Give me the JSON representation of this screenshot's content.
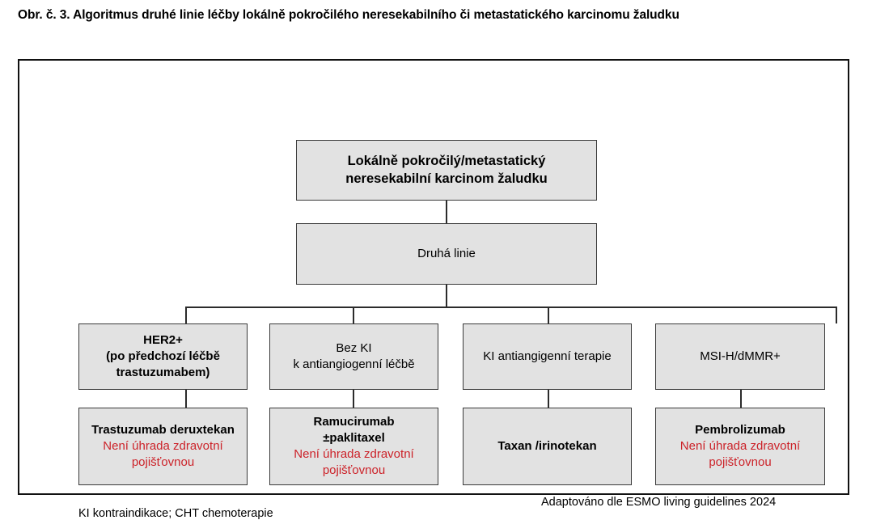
{
  "figure": {
    "title": "Obr. č. 3. Algoritmus druhé linie léčby lokálně pokročilého neresekabilního či metastatického karcinomu žaludku"
  },
  "colors": {
    "box_fill": "#e2e2e2",
    "box_border": "#3a3a3a",
    "frame_border": "#111111",
    "connector": "#2b2b2b",
    "no_reimbursement_red": "#cc2229",
    "text": "#000000"
  },
  "flowchart": {
    "type": "flowchart",
    "root": {
      "line1": "Lokálně pokročilý/metastatický",
      "line2": "neresekabilní karcinom žaludku"
    },
    "second_line": {
      "label": "Druhá linie"
    },
    "branches": [
      {
        "criteria": {
          "line1": "HER2+",
          "line2": "(po předchozí léčbě",
          "line3": "trastuzumabem)"
        },
        "treatment": {
          "drug_line1": "Trastuzumab deruxtekan",
          "drug_line2": "",
          "note_line1": "Není úhrada zdravotní",
          "note_line2": "pojišťovnou"
        }
      },
      {
        "criteria": {
          "line1": "Bez KI",
          "line2": "k antiangiogenní léčbě",
          "line3": ""
        },
        "treatment": {
          "drug_line1": "Ramucirumab",
          "drug_line2": "±paklitaxel",
          "note_line1": "Není úhrada zdravotní",
          "note_line2": "pojišťovnou"
        }
      },
      {
        "criteria": {
          "line1": "KI antiangigenní terapie",
          "line2": "",
          "line3": ""
        },
        "treatment": {
          "drug_line1": "Taxan /irinotekan",
          "drug_line2": "",
          "note_line1": "",
          "note_line2": ""
        }
      },
      {
        "criteria": {
          "line1": "MSI-H/dMMR+",
          "line2": "",
          "line3": ""
        },
        "treatment": {
          "drug_line1": "Pembrolizumab",
          "drug_line2": "",
          "note_line1": "Není úhrada zdravotní",
          "note_line2": "pojišťovnou"
        }
      }
    ]
  },
  "footnotes": {
    "legend": "KI kontraindikace; CHT chemoterapie",
    "source": "Adaptováno dle ESMO living guidelines 2024"
  }
}
